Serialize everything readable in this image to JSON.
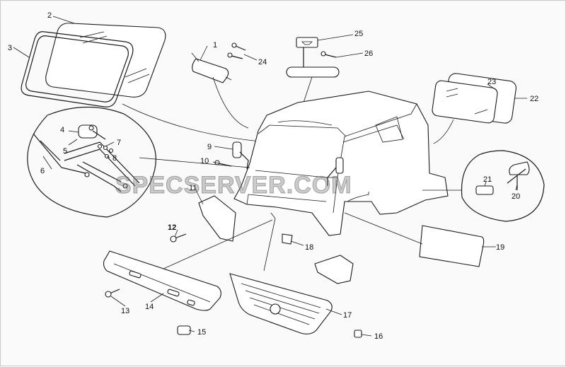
{
  "watermark": "SPECSERVER.COM",
  "callouts": {
    "c1": "1",
    "c2": "2",
    "c3": "3",
    "c4": "4",
    "c5": "5",
    "c6": "6",
    "c7": "7",
    "c8": "8",
    "c9": "9",
    "c10": "10",
    "c11": "11",
    "c12": "12",
    "c13": "13",
    "c14": "14",
    "c15": "15",
    "c16": "16",
    "c17": "17",
    "c18": "18",
    "c19": "19",
    "c20": "20",
    "c21": "21",
    "c22": "22",
    "c23": "23",
    "c24": "24",
    "c25": "25",
    "c26": "26"
  },
  "colors": {
    "line": "#1a1a1a",
    "background": "#fafafa",
    "watermark": "#808080"
  }
}
